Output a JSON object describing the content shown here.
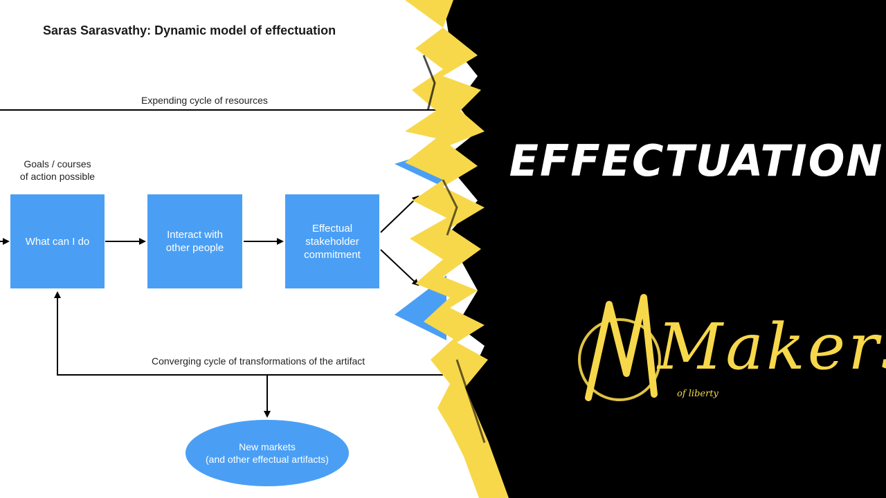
{
  "diagram": {
    "title": "Saras Sarasvathy: Dynamic model of effectuation",
    "top_label": "Expending cycle of resources",
    "goals_label": "Goals / courses\nof action possible",
    "bottom_label": "Converging cycle of transformations of the artifact",
    "boxes": [
      {
        "label": "What can I do"
      },
      {
        "label": "Interact with\nother people"
      },
      {
        "label": "Effectual\nstakeholder\ncommitment"
      }
    ],
    "outcome": "New markets\n(and other effectual artifacts)"
  },
  "overlay": {
    "headline": "EFFECTUATION",
    "logo_main": "Makers",
    "logo_sub": "of liberty"
  },
  "colors": {
    "box": "#4a9ff5",
    "background_dark": "#000000",
    "accent_yellow": "#f7d84b",
    "line": "#000000"
  }
}
